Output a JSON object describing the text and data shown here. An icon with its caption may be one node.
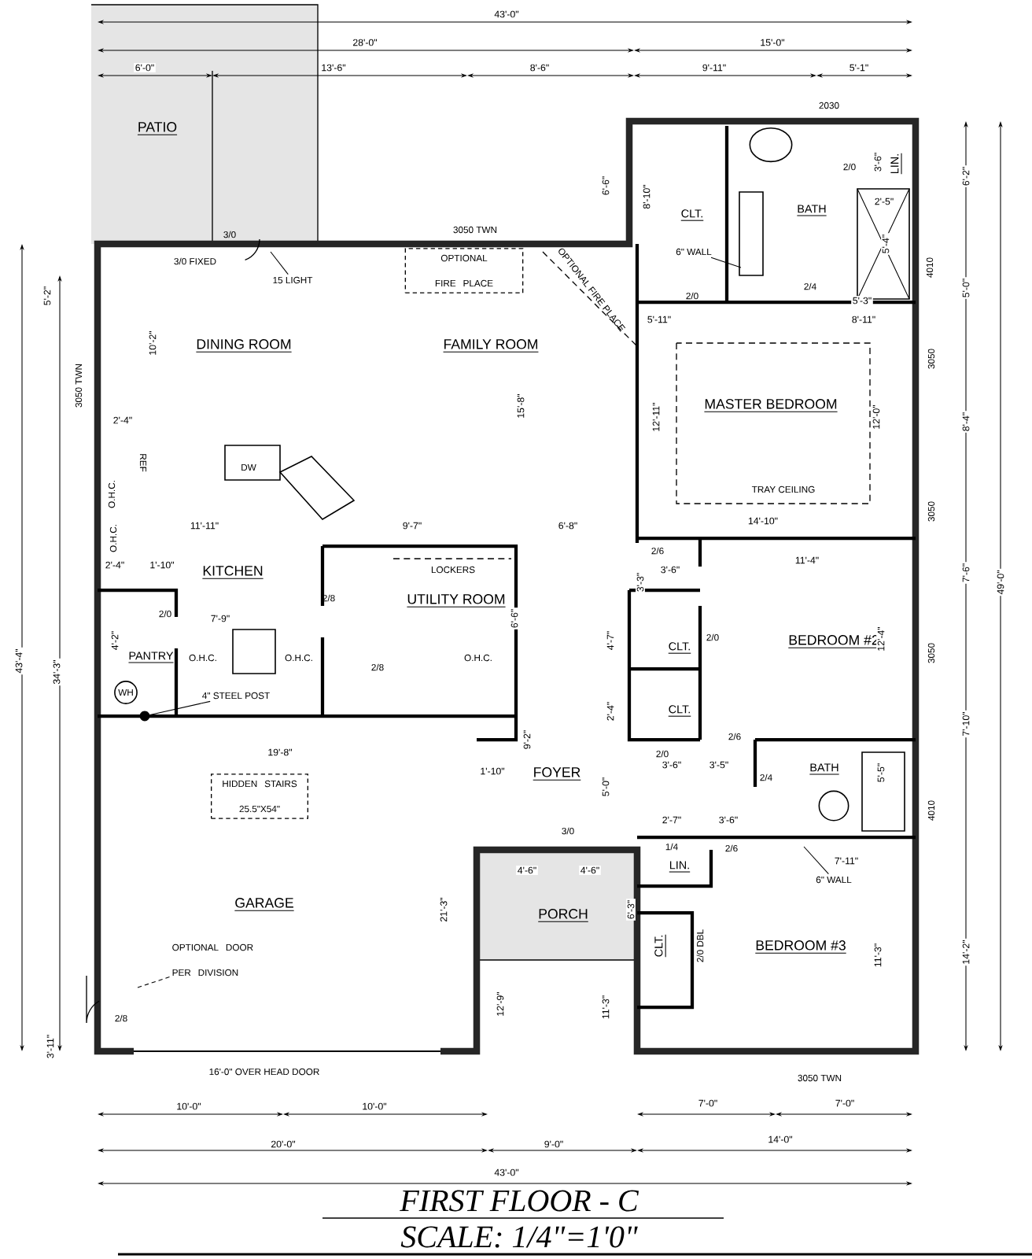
{
  "diagram": {
    "title": "FIRST FLOOR - C",
    "caption": "SCALE: 1/4\"=1'0\"",
    "nodes": [
      {
        "text": [
          "OPTIONAL FIRE PLACE"
        ]
      },
      {
        "text": [
          "15 LIGHT"
        ]
      },
      {
        "text": [
          "6\" WALL"
        ]
      },
      {
        "text": [
          "WH"
        ]
      },
      {
        "text": [
          "4\" STEEL POST"
        ]
      },
      {
        "text": [],
        "shape": "circle"
      },
      {
        "text": [
          "HIDDEN STAIRS 25.5\"X54\""
        ]
      },
      {
        "text": [
          "6\" WALL"
        ]
      },
      {
        "text": [
          "OPTIONAL DOOR PER DIVISION"
        ]
      }
    ],
    "edges": [
      {
        "from": 1,
        "to": null,
        "arrow": "none"
      },
      {
        "from": 2,
        "to": null,
        "arrow": "none"
      },
      {
        "from": 4,
        "to": 5,
        "arrow": "none"
      },
      {
        "from": 7,
        "to": null,
        "arrow": "none"
      },
      {
        "from": 8,
        "to": null,
        "arrow": "none",
        "style": "dashed"
      }
    ],
    "labels": [
      "43'-0\"",
      "28'-0\"",
      "15'-0\"",
      "6'-0\"",
      "13'-6\"",
      "8'-6\"",
      "9'-11\"",
      "5'-1\"",
      "PATIO",
      "2030",
      "6'-6\"",
      "8'-10\"",
      "CLT.",
      "BATH",
      "2/0",
      "3'-6\"",
      "LIN.",
      "6'-2\"",
      "2'-5\"",
      "3050 TWN",
      "3/0",
      "3/0 FIXED",
      "5'-4\"",
      "2/0",
      "2/4",
      "4010",
      "5'-2\"",
      "5'-0\"",
      "5'-3\"",
      "5'-11\"",
      "8'-11\"",
      "OPTIONAL FIRE PLACE",
      "10'-2\"",
      "DINING ROOM",
      "FAMILY ROOM",
      "3050 TWN",
      "15'-8\"",
      "12'-11\"",
      "MASTER BEDROOM",
      "12'-0\"",
      "3050",
      "8'-4\"",
      "49'-0\"",
      "2'-4\"",
      "REF",
      "DW",
      "O.H.C.",
      "TRAY CEILING",
      "11'-11\"",
      "9'-7\"",
      "6'-8\"",
      "14'-10\"",
      "3050",
      "O.H.C.",
      "2/6",
      "11'-4\"",
      "2'-4\"",
      "1'-10\"",
      "KITCHEN",
      "LOCKERS",
      "3'-6\"",
      "7'-6\"",
      "3'-3\"",
      "2/8",
      "UTILITY ROOM",
      "6'-6\"",
      "2/0",
      "7'-9\"",
      "4'-7\"",
      "2/0",
      "BEDROOM #2",
      "12'-4\"",
      "3050",
      "4'-2\"",
      "CLT.",
      "PANTRY",
      "O.H.C.",
      "O.H.C.",
      "2/8",
      "O.H.C.",
      "43'-4\"",
      "34'-3\"",
      "2'-4\"",
      "CLT.",
      "7'-10\"",
      "9'-2\"",
      "2/0",
      "2/6",
      "19'-8\"",
      "1'-10\"",
      "3'-6\"",
      "3'-5\"",
      "FOYER",
      "2/4",
      "BATH",
      "5'-5\"",
      "5'-0\"",
      "3/0",
      "2'-7\"",
      "3'-6\"",
      "4010",
      "1/4",
      "2/6",
      "7'-11\"",
      "LIN.",
      "4'-6\"",
      "4'-6\"",
      "21'-3\"",
      "6'-3\"",
      "GARAGE",
      "PORCH",
      "CLT.",
      "2/0 DBL",
      "BEDROOM #3",
      "11'-3\"",
      "14'-2\"",
      "2/8",
      "12'-9\"",
      "11'-3\"",
      "3'-11\"",
      "16'-0\" OVER HEAD DOOR",
      "3050 TWN",
      "10'-0\"",
      "10'-0\"",
      "7'-0\"",
      "7'-0\"",
      "20'-0\"",
      "9'-0\"",
      "14'-0\"",
      "43'-0\""
    ]
  }
}
